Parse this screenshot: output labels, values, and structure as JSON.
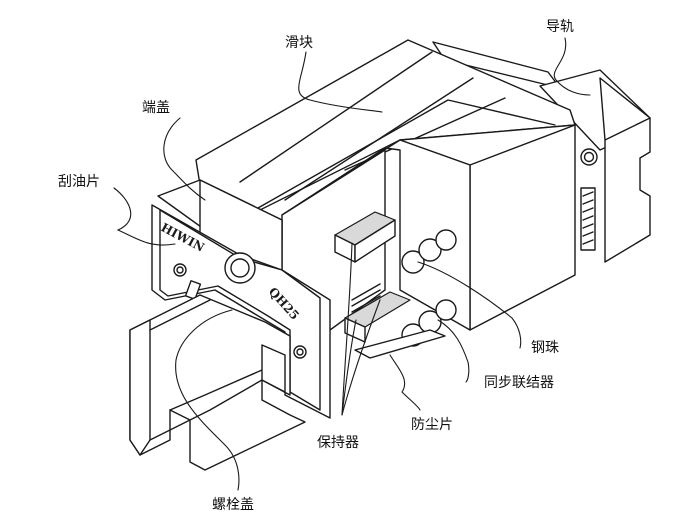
{
  "labels": {
    "slider": "滑块",
    "rail": "导轨",
    "end_cap": "端盖",
    "scraper": "刮油片",
    "steel_ball": "钢珠",
    "sync_link": "同步联结器",
    "dust_seal": "防尘片",
    "retainer": "保持器",
    "bolt_cap": "螺栓盖"
  },
  "markings": {
    "brand": "HIWIN",
    "model": "QH25"
  }
}
